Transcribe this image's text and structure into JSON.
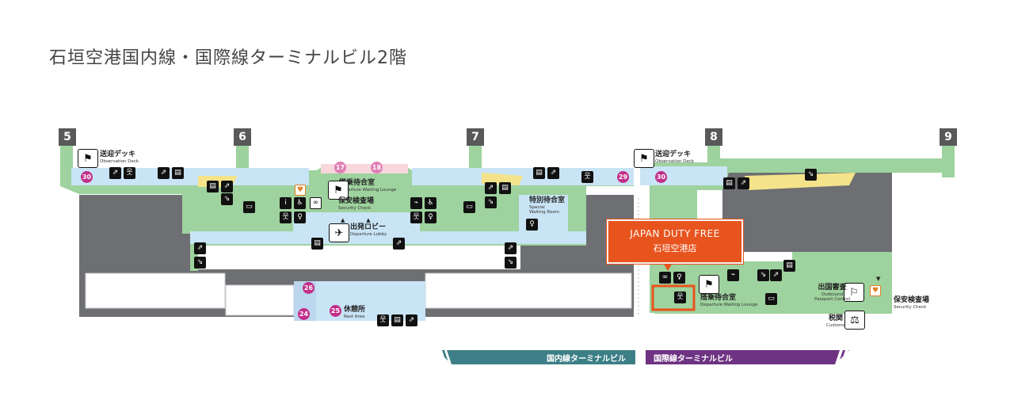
{
  "title": "石垣空港国内線・国際線ターミナルビル2階",
  "gates": [
    "5",
    "6",
    "7",
    "8",
    "9"
  ],
  "observation_deck": {
    "jp": "送迎デッキ",
    "en": "Observation Deck"
  },
  "departure_lounge": {
    "jp": "搭乗待合室",
    "en": "Departure Waiting Lounge"
  },
  "security_check": {
    "jp": "保安検査場",
    "en": "Security Check"
  },
  "departure_lobby": {
    "jp": "出発ロビー",
    "en": "Departure Lobby"
  },
  "special_room": {
    "jp": "特別待合室",
    "en1": "Special",
    "en2": "Waiting Room"
  },
  "rest_area": {
    "jp": "休憩所",
    "en": "Rest Area"
  },
  "outbound_passport": {
    "jp": "出国審査",
    "en1": "Outbound",
    "en2": "Passport Control"
  },
  "customs": {
    "jp": "税関",
    "en": "Customs"
  },
  "intl_security": {
    "jp": "保安検査場",
    "en": "Security Check"
  },
  "pins": [
    "30",
    "17",
    "18",
    "29",
    "30",
    "26",
    "25",
    "24"
  ],
  "callout": {
    "line1": "JAPAN DUTY FREE",
    "line2": "石垣空港店"
  },
  "domestic_band": "国内線ターミナルビル",
  "international_band": "国際線ターミナルビル",
  "colors": {
    "floor_green": "#9ed29e",
    "corridor_blue": "#c9e4f5",
    "building_gray": "#6d6f73",
    "pin_magenta": "#c22f8a",
    "callout_orange": "#e8541e",
    "domestic_teal": "#3d7f86",
    "international_purple": "#6e3383"
  }
}
